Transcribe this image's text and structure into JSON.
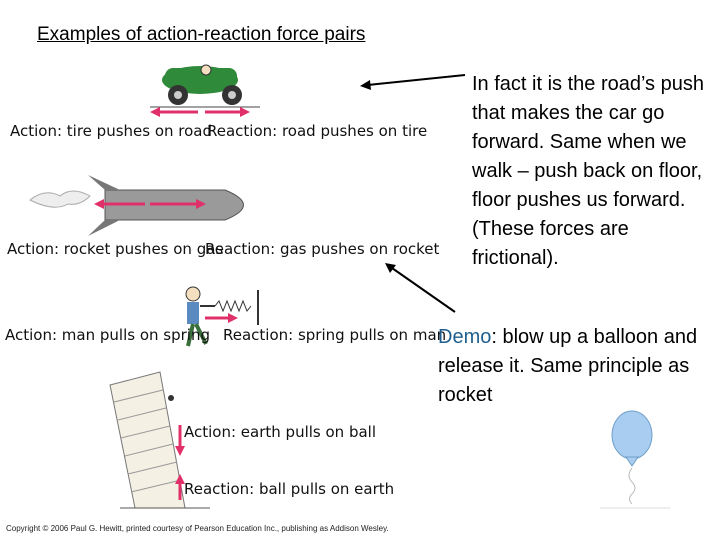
{
  "title": "Examples of action-reaction force pairs",
  "examples": [
    {
      "action": "Action: tire pushes on road",
      "reaction": "Reaction: road pushes on tire"
    },
    {
      "action": "Action: rocket pushes on gas",
      "reaction": "Reaction: gas pushes on rocket"
    },
    {
      "action": "Action: man pulls on spring",
      "reaction": "Reaction: spring pulls on man"
    },
    {
      "action": "Action: earth pulls on ball",
      "reaction": "Reaction: ball pulls on earth"
    }
  ],
  "note": "In fact it is the road’s push that makes the car go forward. Same when we walk – push back on floor, floor pushes us forward. (These forces are frictional).",
  "demo": {
    "label": "Demo",
    "text": ": blow up a balloon and release it. Same principle as rocket"
  },
  "copyright": "Copyright © 2006 Paul G. Hewitt, printed courtesy of Pearson Education Inc., publishing as Addison Wesley.",
  "colors": {
    "arrow": "#e0306a",
    "car": "#2f8a3a",
    "rocket": "#9a9a9a",
    "balloon": "#a9cdf0",
    "demo_label": "#1f5f8f"
  }
}
